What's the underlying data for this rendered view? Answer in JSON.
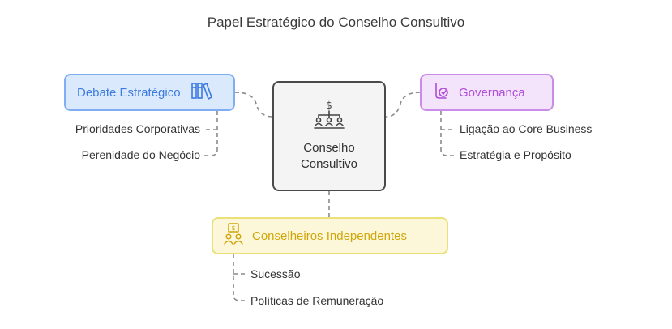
{
  "title": "Papel Estratégico do Conselho Consultivo",
  "center": {
    "line1": "Conselho",
    "line2": "Consultivo",
    "icon": "organization-money-icon"
  },
  "debate": {
    "label": "Debate Estratégico",
    "icon": "books-icon",
    "items": [
      "Prioridades Corporativas",
      "Perenidade do Negócio"
    ]
  },
  "governance": {
    "label": "Governança",
    "icon": "governance-hand-icon",
    "items": [
      "Ligação ao Core Business",
      "Estratégia e Propósito"
    ]
  },
  "independent": {
    "label": "Conselheiros Independentes",
    "icon": "advisors-icon",
    "items": [
      "Sucessão",
      "Políticas de Remuneração"
    ]
  },
  "colors": {
    "debate": "#3d7be0",
    "governance": "#b04cd9",
    "independent": "#cfa60a",
    "connector": "#8a8a8a"
  }
}
